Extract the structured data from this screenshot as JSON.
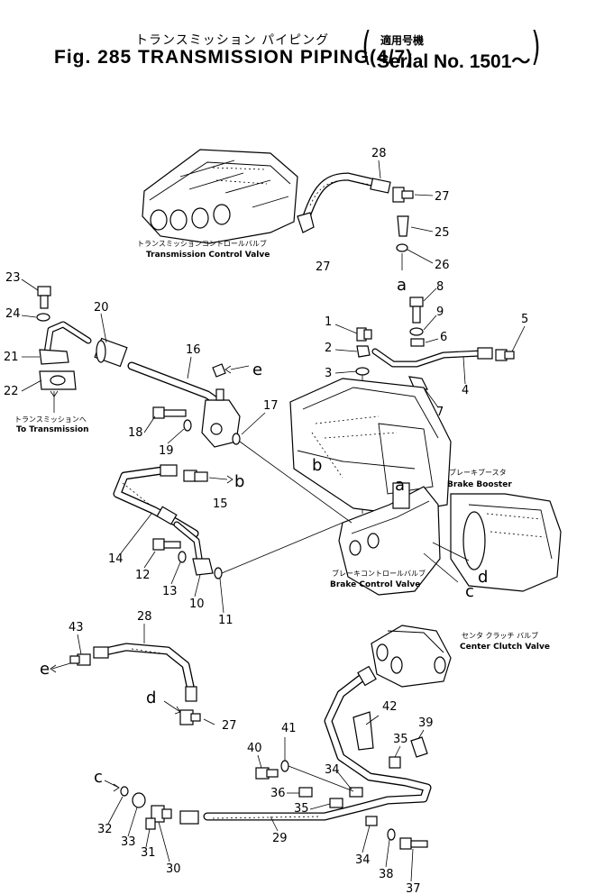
{
  "header": {
    "title_jp": "トランスミッション パイピング",
    "title_en": "Fig. 285 TRANSMISSION PIPING(4/7)",
    "serial_jp": "適用号機",
    "serial_en": "Serial No. 1501～"
  },
  "component_labels": {
    "transmission_control_valve": {
      "jp": "トランスミッションコントロールバルブ",
      "en": "Transmission Control Valve"
    },
    "to_transmission": {
      "jp": "トランスミッションへ",
      "en": "To Transmission"
    },
    "brake_booster": {
      "jp": "ブレーキブースタ",
      "en": "Brake Booster"
    },
    "brake_control_valve": {
      "jp": "ブレーキコントロールバルブ",
      "en": "Brake Control Valve"
    },
    "center_clutch_valve": {
      "jp": "センタ クラッチ バルブ",
      "en": "Center Clutch Valve"
    }
  },
  "part_numbers": [
    "1",
    "2",
    "3",
    "4",
    "5",
    "6",
    "7",
    "8",
    "9",
    "10",
    "11",
    "12",
    "13",
    "14",
    "15",
    "16",
    "17",
    "18",
    "19",
    "20",
    "21",
    "22",
    "23",
    "24",
    "25",
    "26",
    "27",
    "28",
    "29",
    "30",
    "31",
    "32",
    "33",
    "34",
    "35",
    "36",
    "37",
    "38",
    "39",
    "40",
    "41",
    "42",
    "43"
  ],
  "connection_letters": [
    "a",
    "b",
    "c",
    "d",
    "e"
  ]
}
